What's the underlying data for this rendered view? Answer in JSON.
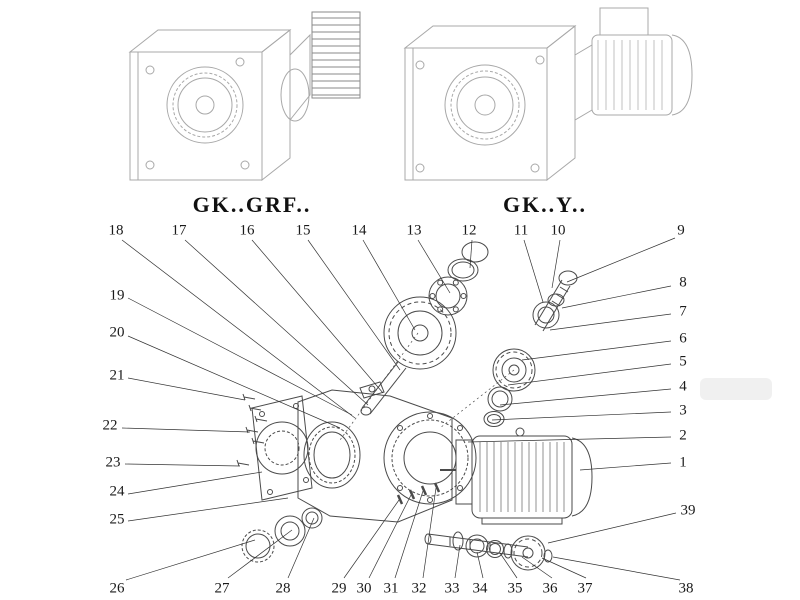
{
  "diagram": {
    "type": "exploded-parts-diagram",
    "subject": "helical-bevel gear reducer assembly"
  },
  "variants": [
    {
      "label": "GK..GRF.."
    },
    {
      "label": "GK..Y.."
    }
  ],
  "callouts": {
    "top": [
      "18",
      "17",
      "16",
      "15",
      "14",
      "13",
      "12",
      "11",
      "10",
      "9"
    ],
    "right": [
      "8",
      "7",
      "6",
      "5",
      "4",
      "3",
      "2",
      "1",
      "39"
    ],
    "left": [
      "19",
      "20",
      "21",
      "22",
      "23",
      "24",
      "25"
    ],
    "bottom": [
      "26",
      "27",
      "28",
      "29",
      "30",
      "31",
      "32",
      "33",
      "34",
      "35",
      "36",
      "37",
      "38"
    ]
  },
  "colors": {
    "line_dark": "#4a4a4a",
    "line_light": "#a8a8a8",
    "leader_line": "#333333",
    "text": "#1a1a1a"
  }
}
